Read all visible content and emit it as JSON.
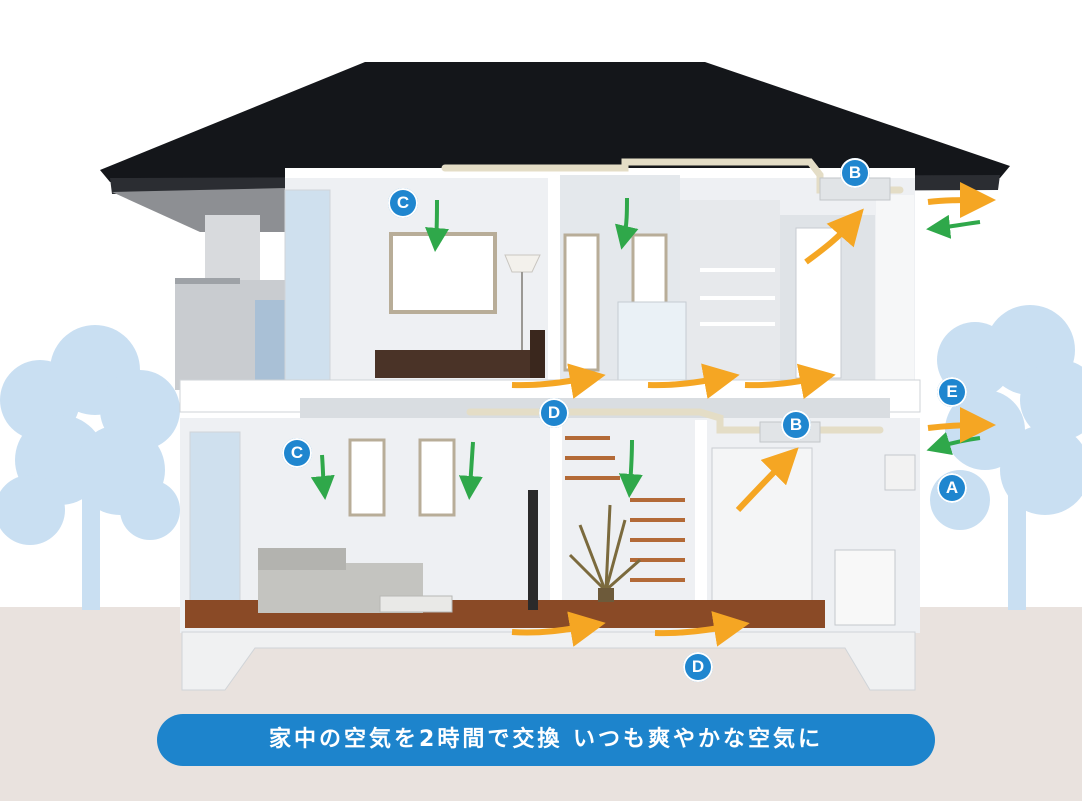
{
  "colors": {
    "marker": "#1f86cf",
    "caption_bg": "#1d84cc",
    "intake_arrow": "#f5a623",
    "exhaust_arrow": "#2fa84a",
    "tree": "#c9dff2",
    "ground": "#e9e2de",
    "roof": "#14161a",
    "wall": "#eef0f3"
  },
  "markers": [
    {
      "id": "c-upper",
      "label": "C"
    },
    {
      "id": "b-upper",
      "label": "B"
    },
    {
      "id": "d-upper",
      "label": "D"
    },
    {
      "id": "b-lower",
      "label": "B"
    },
    {
      "id": "e",
      "label": "E"
    },
    {
      "id": "c-lower",
      "label": "C"
    },
    {
      "id": "a",
      "label": "A"
    },
    {
      "id": "d-lower",
      "label": "D"
    }
  ],
  "caption": "家中の空気を2時間で交換 いつも爽やかな空気に"
}
